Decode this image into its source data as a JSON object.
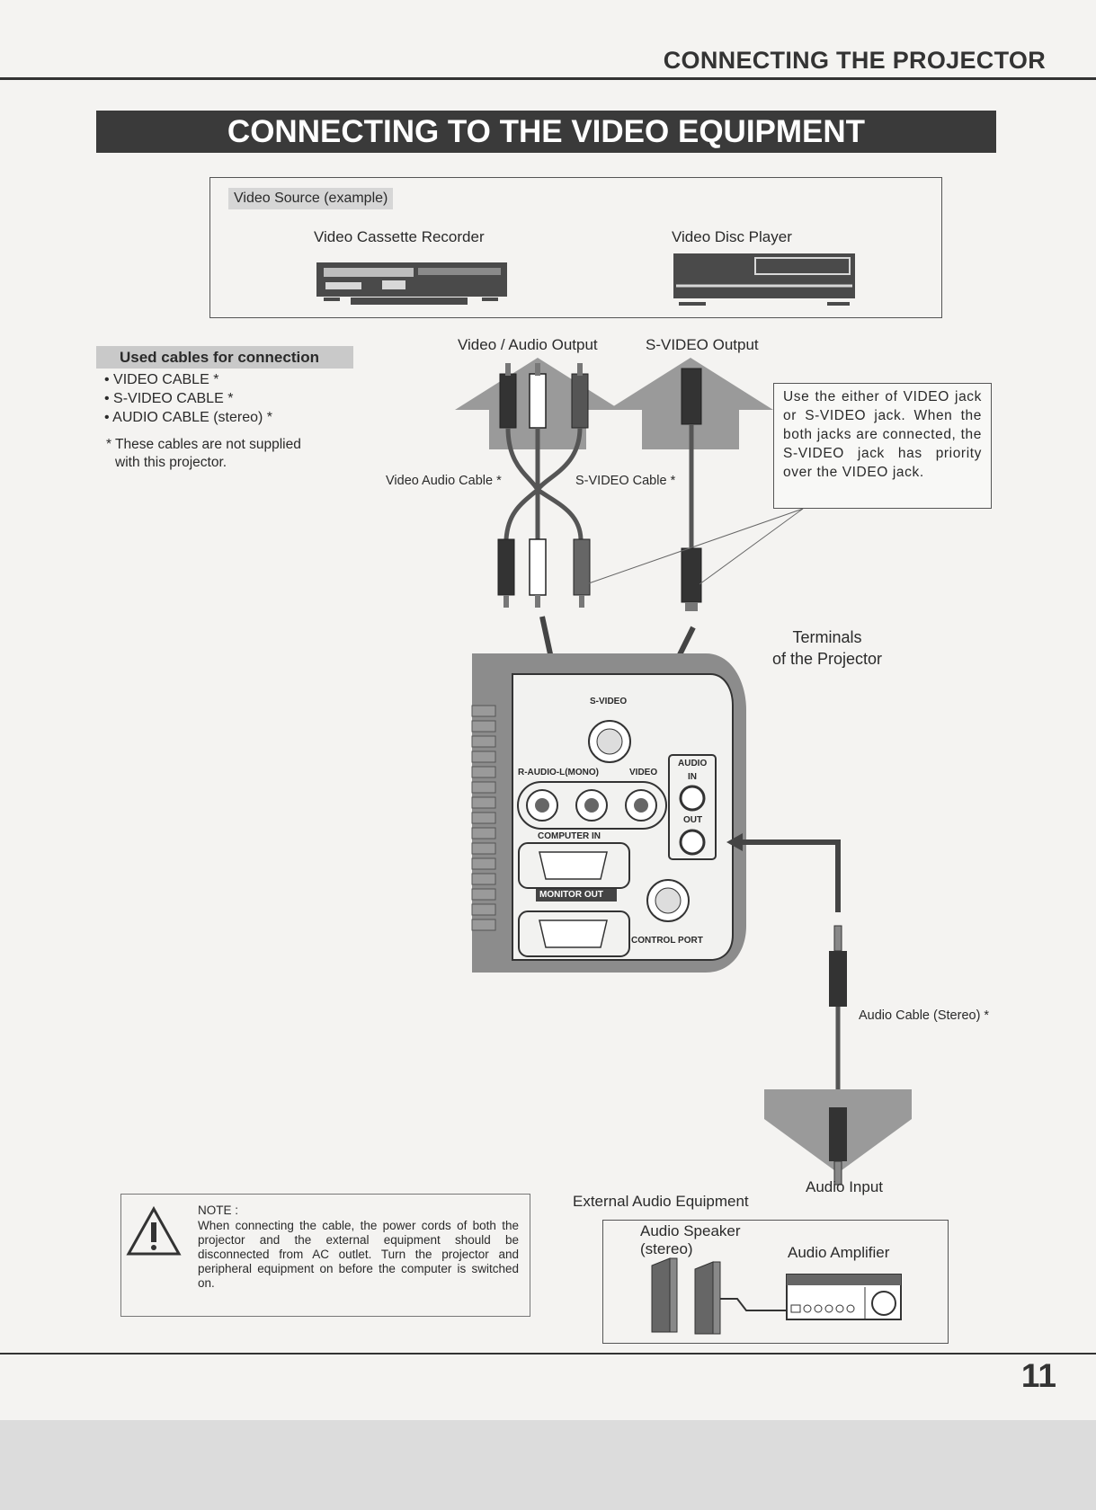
{
  "header": {
    "section_title": "CONNECTING THE PROJECTOR"
  },
  "page_title": "CONNECTING TO THE VIDEO EQUIPMENT",
  "video_source": {
    "tag": "Video Source (example)",
    "vcr_label": "Video Cassette Recorder",
    "disc_label": "Video Disc Player"
  },
  "outputs": {
    "video_audio": "Video / Audio Output",
    "svideo": "S-VIDEO Output"
  },
  "cables": {
    "heading": "Used cables for connection",
    "items": [
      "• VIDEO CABLE *",
      "• S-VIDEO CABLE *",
      "• AUDIO CABLE (stereo) *"
    ],
    "footnote_line1": "* These cables are not supplied",
    "footnote_line2": "with this projector."
  },
  "cable_labels": {
    "video_audio": "Video Audio Cable *",
    "svideo": "S-VIDEO Cable *",
    "audio_stereo": "Audio Cable (Stereo) *"
  },
  "priority_note": "Use the either of VIDEO jack or S-VIDEO jack. When the both jacks are connected, the S-VIDEO jack has priority over the VIDEO jack.",
  "terminals": {
    "label_line1": "Terminals",
    "label_line2": "of the Projector",
    "svideo": "S-VIDEO",
    "audio_lr": "R-AUDIO-L(MONO)",
    "video": "VIDEO",
    "audio": "AUDIO",
    "in": "IN",
    "out": "OUT",
    "computer_in": "COMPUTER IN",
    "monitor_out": "MONITOR OUT",
    "control_port": "CONTROL PORT"
  },
  "note": {
    "label": "NOTE :",
    "text": "When connecting the cable, the power cords of both the projector and the external equipment should be disconnected from AC outlet. Turn the projector and peripheral equipment on before the computer is switched on."
  },
  "external": {
    "title": "External Audio Equipment",
    "audio_input": "Audio Input",
    "speaker_line1": "Audio Speaker",
    "speaker_line2": "(stereo)",
    "amplifier": "Audio Amplifier"
  },
  "page_number": "11"
}
